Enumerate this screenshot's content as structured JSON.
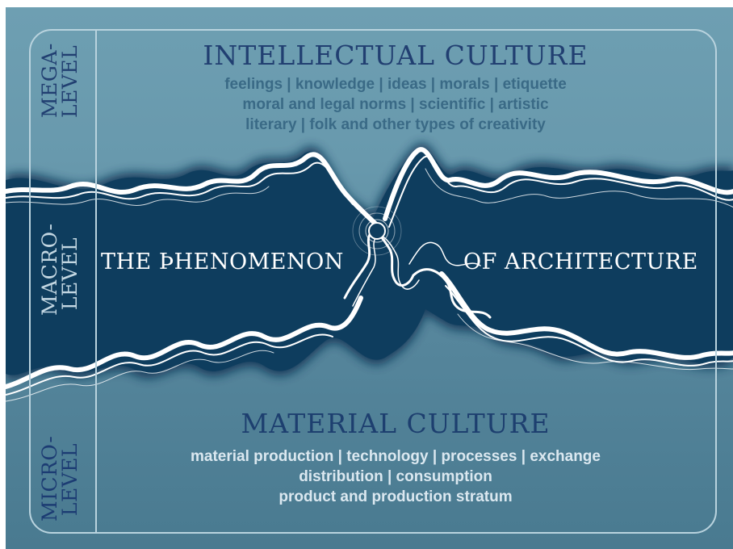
{
  "levels": {
    "mega": [
      "MEGA-",
      "LEVEL"
    ],
    "macro": [
      "MACRO-",
      "LEVEL"
    ],
    "micro": [
      "MICRO-",
      "LEVEL"
    ]
  },
  "intellectual": {
    "title": "INTELLECTUAL CULTURE",
    "lines": [
      "feelings | knowledge | ideas | morals | etiquette",
      "moral and legal norms | scientific | artistic",
      "literary | folk and other types of creativity"
    ]
  },
  "phenomenon": {
    "left": "THE ϷHENOMENON",
    "right": "OF ARCHITECTURE"
  },
  "material": {
    "title": "MATERIAL CULTURE",
    "lines": [
      "material production | technology | processes | exchange",
      "distribution | consumption",
      "product and production stratum"
    ]
  },
  "colors": {
    "band": "#0e3d5e",
    "background_top": "#6e9fb2",
    "background_bottom": "#497a90",
    "frame": "#b9d3de",
    "title_dark": "#213f71",
    "text_light": "#dbe8f0"
  }
}
